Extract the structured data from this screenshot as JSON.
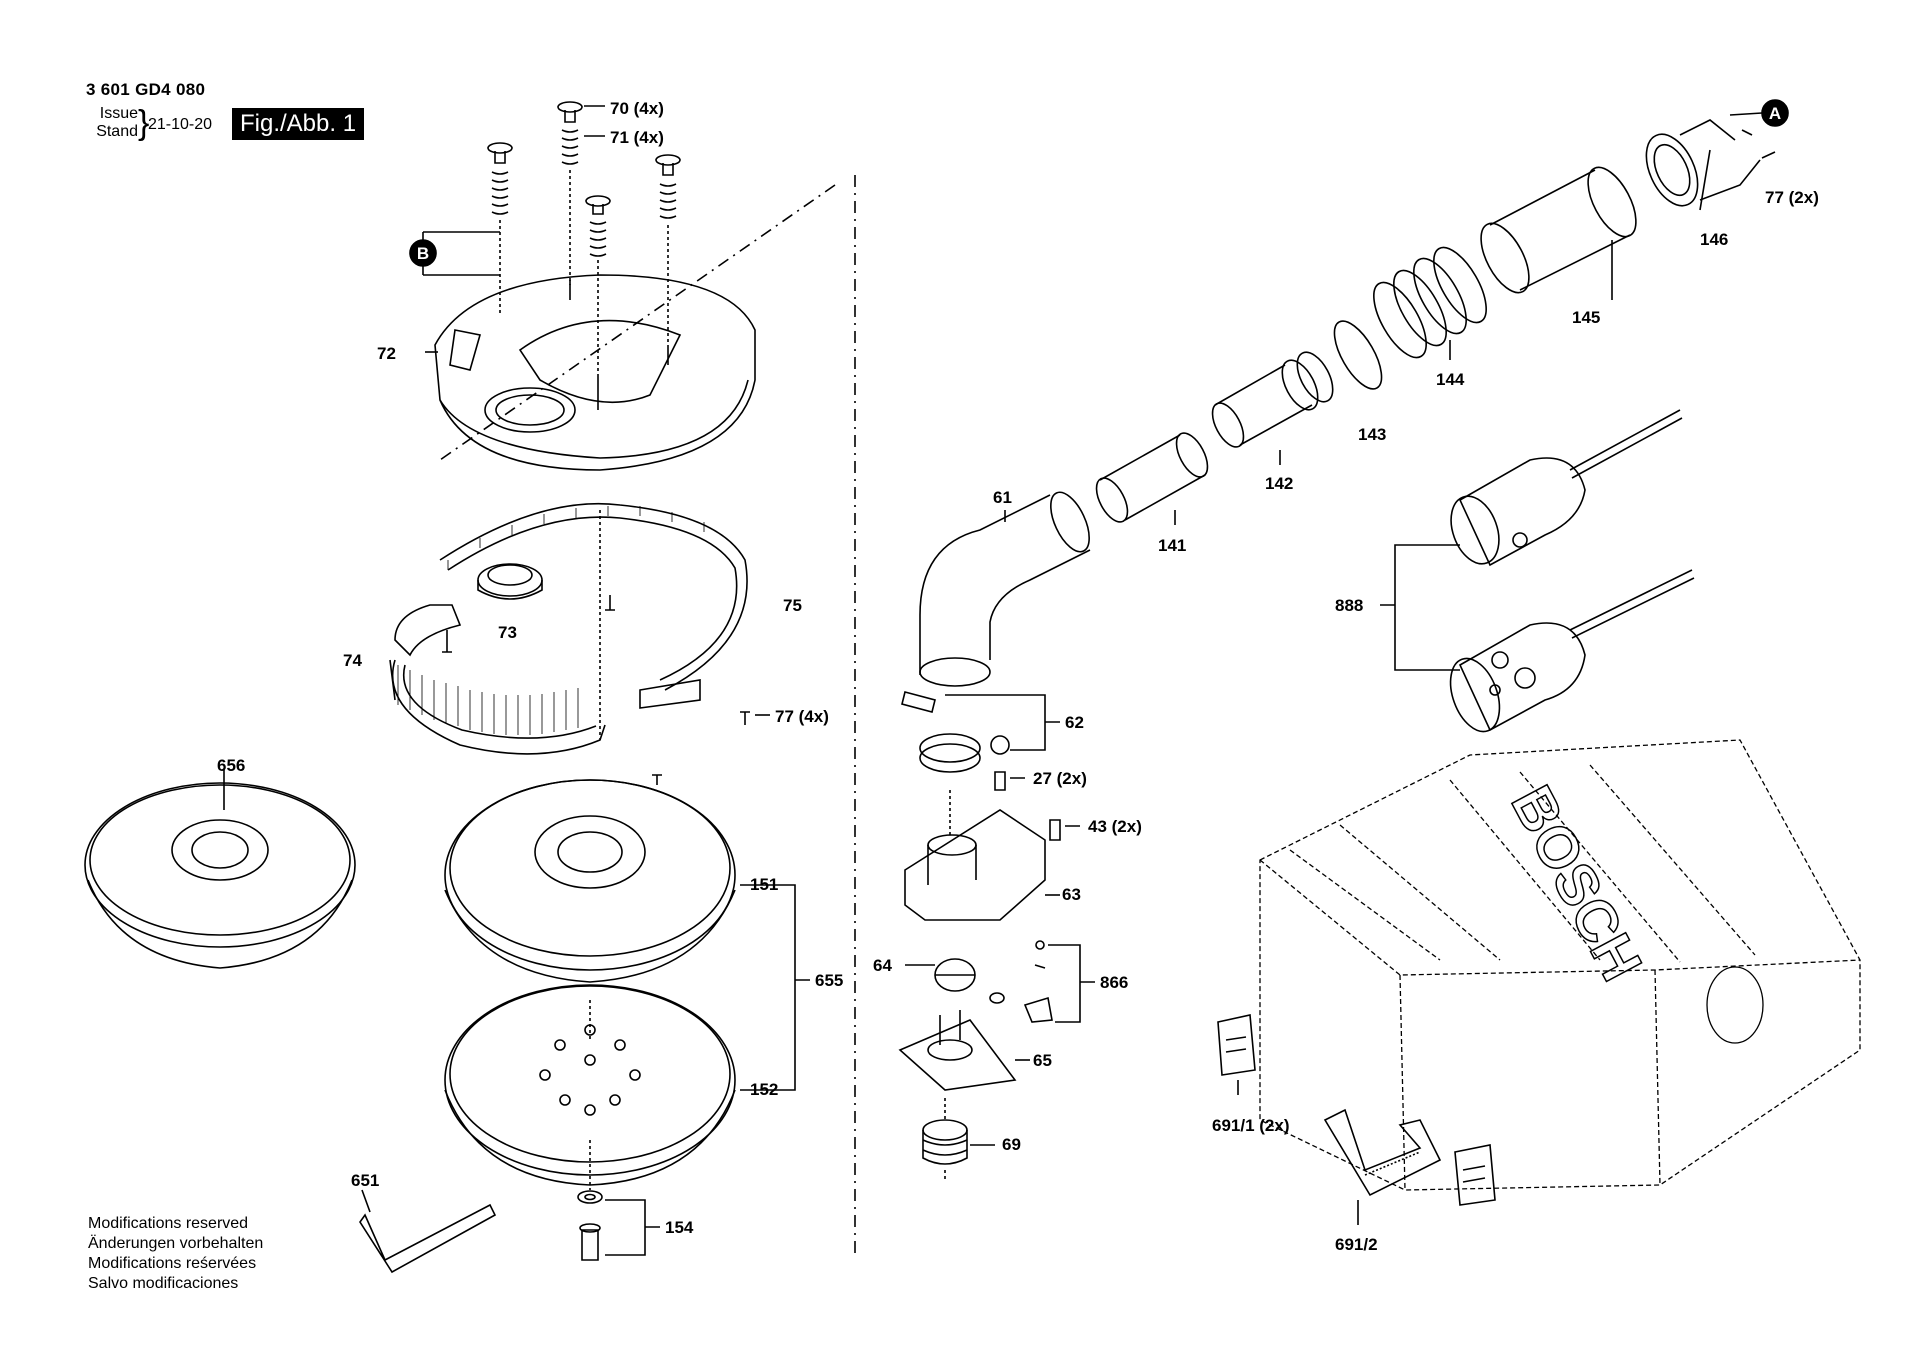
{
  "header": {
    "doc_number": "3 601 GD4 080",
    "issue_label_1": "Issue",
    "issue_label_2": "Stand",
    "issue_date": "21-10-20",
    "figure_label": "Fig./Abb. 1"
  },
  "footer": {
    "line_en": "Modifications reserved",
    "line_de": "Änderungen vorbehalten",
    "line_fr": "Modifications reśervées",
    "line_es": "Salvo modificaciones"
  },
  "callouts": {
    "A": "A",
    "B": "B"
  },
  "parts": {
    "p70": "70 (4x)",
    "p71": "71 (4x)",
    "p72": "72",
    "p73": "73",
    "p74": "74",
    "p75": "75",
    "p77a": "77 (4x)",
    "p77b": "77 (2x)",
    "p656": "656",
    "p151": "151",
    "p152": "152",
    "p655": "655",
    "p651": "651",
    "p154": "154",
    "p61": "61",
    "p62": "62",
    "p27": "27 (2x)",
    "p43": "43 (2x)",
    "p63": "63",
    "p64": "64",
    "p866": "866",
    "p65": "65",
    "p69": "69",
    "p141": "141",
    "p142": "142",
    "p143": "143",
    "p144": "144",
    "p145": "145",
    "p146": "146",
    "p888": "888",
    "p691_1": "691/1 (2x)",
    "p691_2": "691/2"
  },
  "case_logo": "BOSCH",
  "colors": {
    "ink": "#000000",
    "paper": "#ffffff",
    "shade": "#d9d9d9"
  }
}
